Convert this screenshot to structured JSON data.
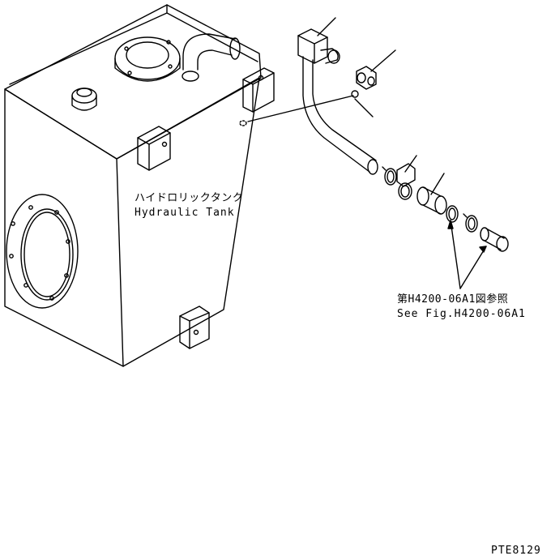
{
  "labels": {
    "tank_jp": "ハイドロリックタンク",
    "tank_en": "Hydraulic Tank",
    "ref_jp": "第H4200-06A1図参照",
    "ref_en": "See Fig.H4200-06A1",
    "drawing_code": "PTE8129"
  },
  "colors": {
    "line": "#000000",
    "background": "#ffffff"
  }
}
